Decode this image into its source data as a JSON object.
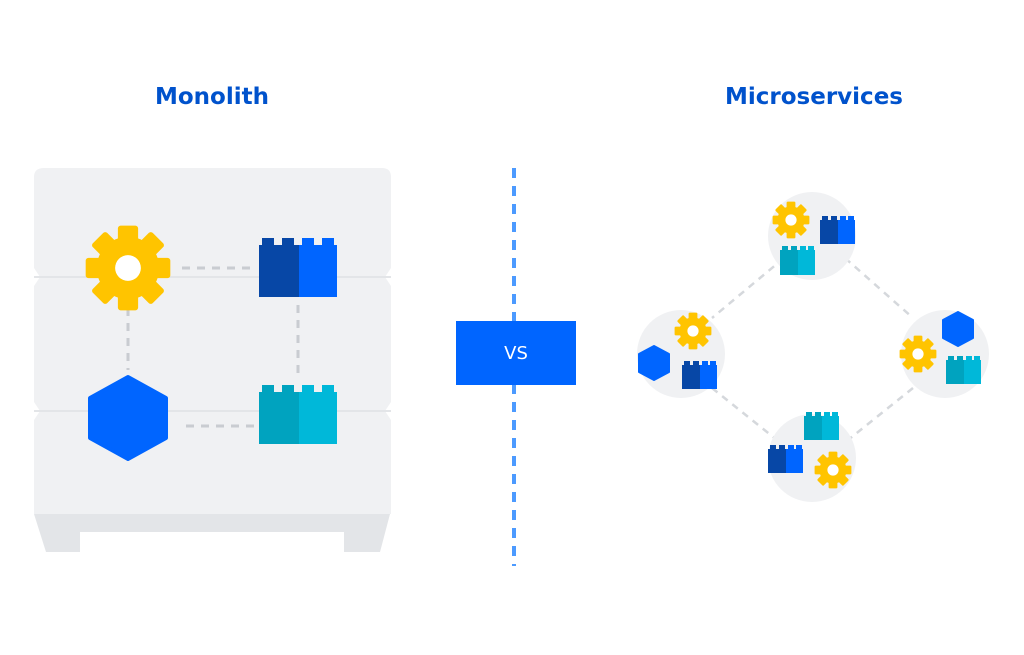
{
  "titles": {
    "monolith": "Monolith",
    "microservices": "Microservices"
  },
  "vs_label": "VS",
  "colors": {
    "title_blue": "#0052cc",
    "gear_yellow": "#ffc400",
    "block_dark_blue": "#0747a6",
    "block_blue": "#0065ff",
    "block_teal": "#00b8d9",
    "block_teal_dark": "#00a3bf",
    "panel_gray": "#f0f1f3",
    "panel_edge": "#e3e5e8",
    "dash_blue": "#4c9aff",
    "connector_gray": "#c9ccd1",
    "vs_box": "#0065ff"
  },
  "icons": {
    "gear": "gear-icon",
    "hexagon": "hexagon-icon",
    "block": "lego-block-icon"
  }
}
